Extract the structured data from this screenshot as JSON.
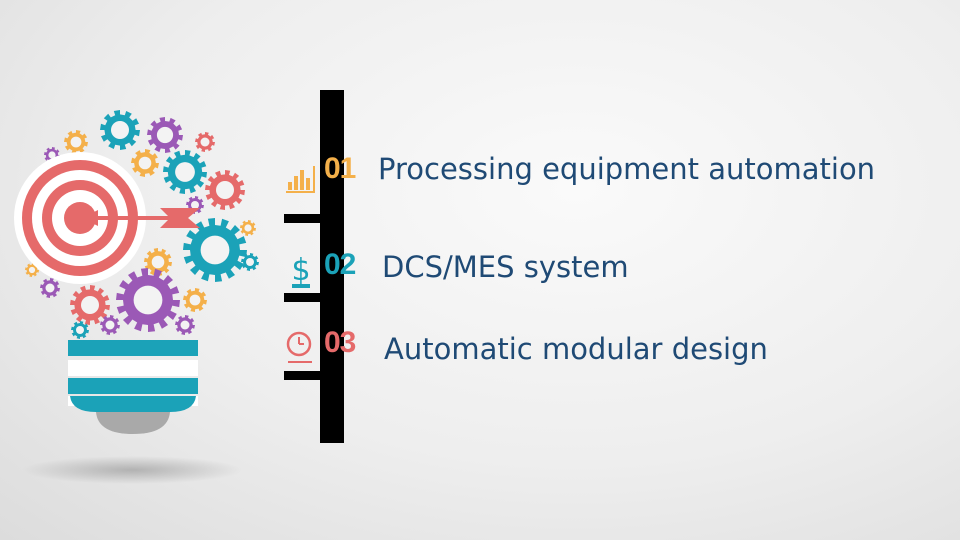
{
  "items": [
    {
      "number": "01",
      "label": "Processing equipment automation",
      "icon": "bar-chart-icon",
      "color": "#f4b04a"
    },
    {
      "number": "02",
      "label": "DCS/MES system",
      "icon": "dollar-icon",
      "color": "#1ba2b8"
    },
    {
      "number": "03",
      "label": "Automatic modular design",
      "icon": "clock-icon",
      "color": "#e56a6a"
    }
  ],
  "colors": {
    "label_text": "#1f4a75",
    "spine": "#000000",
    "bulb_stripes": "#1ba2b8",
    "bulb_base": "#a9a9a9",
    "target_red": "#e56a6a",
    "gear_orange": "#f4b04a",
    "gear_purple": "#9b59b6",
    "gear_teal": "#1ba2b8"
  }
}
